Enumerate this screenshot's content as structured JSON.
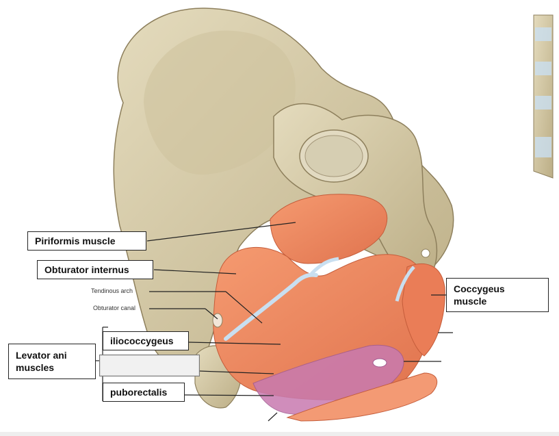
{
  "labels": {
    "piriformis": "Piriformis muscle",
    "obturator_internus": "Obturator internus",
    "tendinous_arch": "Tendinous arch",
    "obturator_canal": "Obturator canal",
    "levator_ani": "Levator ani\nmuscles",
    "iliococcygeus": "iliococcygeus",
    "pubococcygeus_blank": "",
    "puborectalis": "puborectalis",
    "coccygeus": "Coccygeus\nmuscle"
  },
  "colors": {
    "bone": "#d9cfae",
    "bone_shadow": "#b3a580",
    "muscle": "#f08a62",
    "muscle_dark": "#d86a45",
    "tendon": "#c9dff0",
    "puborectalis": "#c87ab0"
  }
}
